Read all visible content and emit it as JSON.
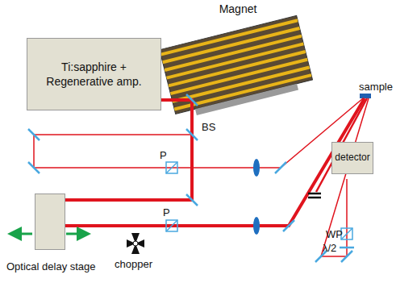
{
  "diagram": {
    "nodes": [
      {
        "text": [
          "Magnet"
        ]
      },
      {
        "text": [
          "Ti:sapphire + Regenerative amp."
        ]
      },
      {
        "text": [
          "detector"
        ]
      },
      {
        "text": [
          "Optical delay stage"
        ]
      }
    ],
    "labels": [
      "BS",
      "P",
      "P",
      "sample",
      "WP",
      "λ/2",
      "chopper"
    ]
  }
}
